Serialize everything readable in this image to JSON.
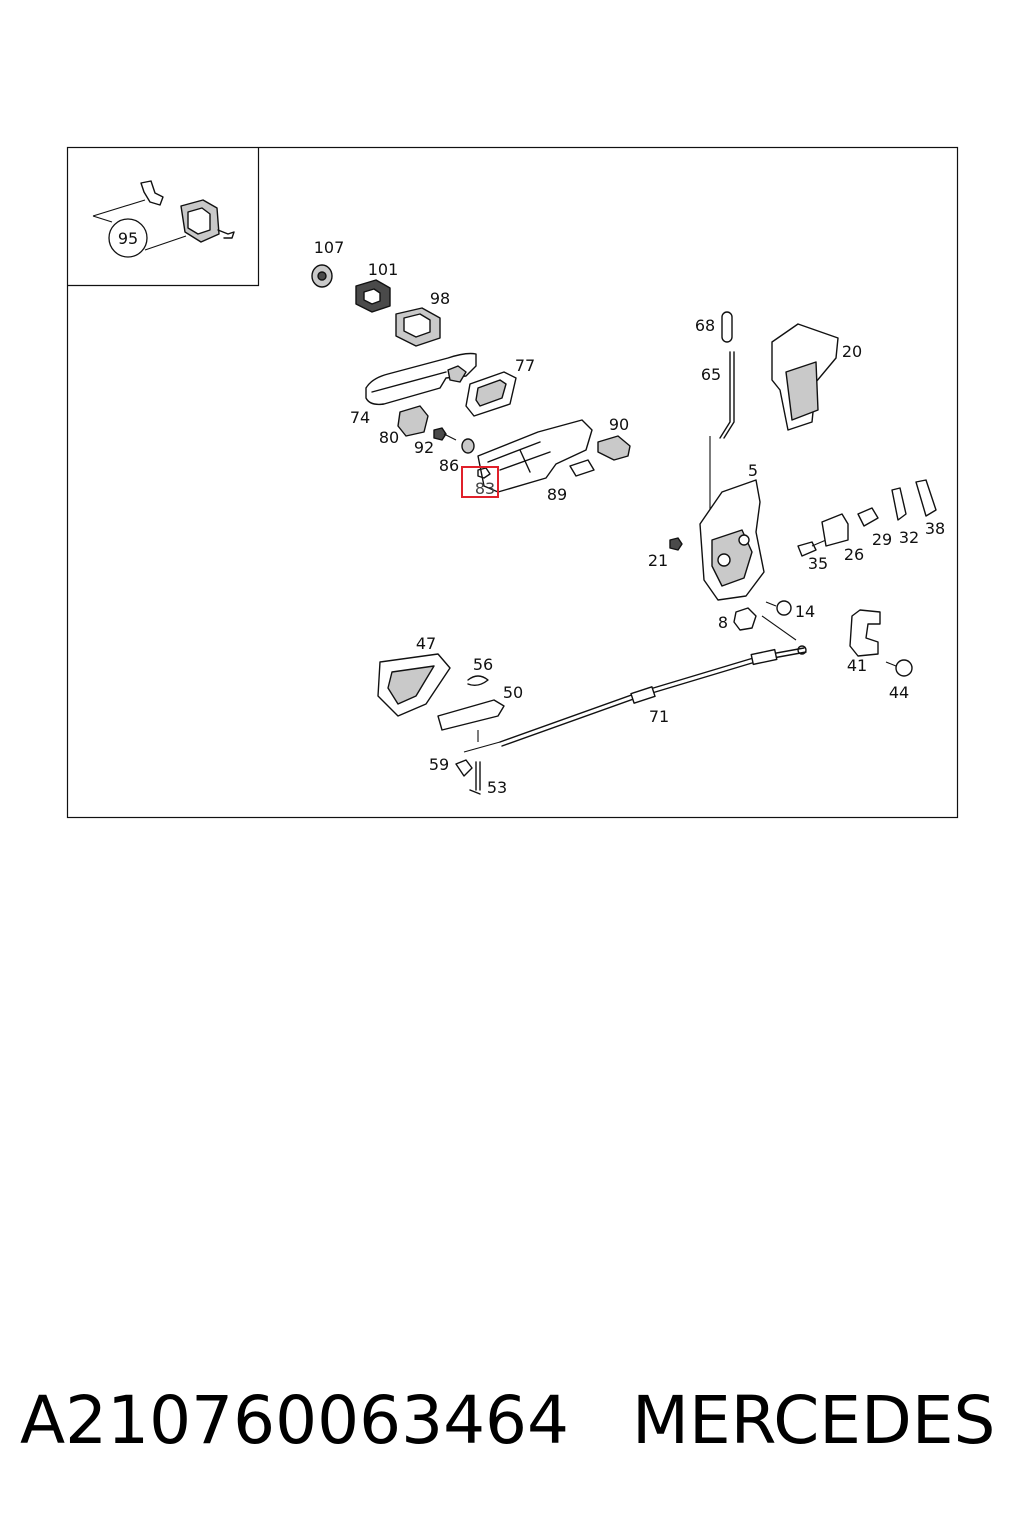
{
  "diagram": {
    "highlighted_part": "83",
    "highlight_color": "#e0202a",
    "callouts": [
      {
        "id": "95",
        "label": "95"
      },
      {
        "id": "107",
        "label": "107"
      },
      {
        "id": "101",
        "label": "101"
      },
      {
        "id": "98",
        "label": "98"
      },
      {
        "id": "77",
        "label": "77"
      },
      {
        "id": "74",
        "label": "74"
      },
      {
        "id": "80",
        "label": "80"
      },
      {
        "id": "92",
        "label": "92"
      },
      {
        "id": "86",
        "label": "86"
      },
      {
        "id": "83",
        "label": "83"
      },
      {
        "id": "90",
        "label": "90"
      },
      {
        "id": "89",
        "label": "89"
      },
      {
        "id": "68",
        "label": "68"
      },
      {
        "id": "65",
        "label": "65"
      },
      {
        "id": "20",
        "label": "20"
      },
      {
        "id": "5",
        "label": "5"
      },
      {
        "id": "21",
        "label": "21"
      },
      {
        "id": "35",
        "label": "35"
      },
      {
        "id": "26",
        "label": "26"
      },
      {
        "id": "29",
        "label": "29"
      },
      {
        "id": "32",
        "label": "32"
      },
      {
        "id": "38",
        "label": "38"
      },
      {
        "id": "14",
        "label": "14"
      },
      {
        "id": "8",
        "label": "8"
      },
      {
        "id": "41",
        "label": "41"
      },
      {
        "id": "44",
        "label": "44"
      },
      {
        "id": "47",
        "label": "47"
      },
      {
        "id": "56",
        "label": "56"
      },
      {
        "id": "50",
        "label": "50"
      },
      {
        "id": "71",
        "label": "71"
      },
      {
        "id": "59",
        "label": "59"
      },
      {
        "id": "53",
        "label": "53"
      }
    ]
  },
  "caption": {
    "part_number": "A210760063464",
    "brand": "MERCEDES"
  }
}
